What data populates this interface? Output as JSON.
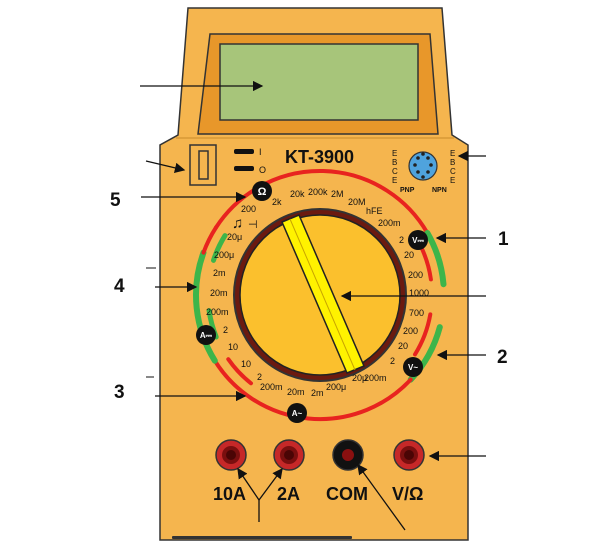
{
  "device": {
    "model": "KT-3900",
    "switch_marks": [
      "I",
      "O"
    ],
    "transistor_socket": {
      "left_pins": [
        "E",
        "B",
        "C",
        "E"
      ],
      "right_pins": [
        "E",
        "B",
        "C",
        "E"
      ],
      "left_type": "PNP",
      "right_type": "NPN"
    },
    "mode_symbols": {
      "ohm": "Ω",
      "dc_volt": "V⎓",
      "ac_volt": "V~",
      "dc_amp": "A⎓",
      "ac_amp": "A~",
      "buzzer": "♫",
      "diode": "⊣"
    },
    "dial_labels": {
      "ohm": [
        "200",
        "2k",
        "20k",
        "200k",
        "2M",
        "20M"
      ],
      "hfe": "hFE",
      "dcv": [
        "200m",
        "2",
        "20",
        "200",
        "1000"
      ],
      "acv": [
        "700",
        "200",
        "20",
        "2",
        "200m"
      ],
      "dca": [
        "20μ",
        "200μ",
        "2m",
        "20m",
        "200m",
        "2",
        "10"
      ],
      "aca": [
        "10",
        "2",
        "200m",
        "20m",
        "2m",
        "200μ",
        "20μ"
      ]
    },
    "jacks": [
      "10A",
      "2A",
      "COM",
      "V/Ω"
    ]
  },
  "callout_numbers": [
    "5",
    "1",
    "4",
    "2",
    "3"
  ],
  "colors": {
    "body": "#f5b54e",
    "body_dark": "#e8972a",
    "lcd": "#a7c57a",
    "dial": "#fbc02d",
    "pointer": "#fff200",
    "arc_red": "#e8231f",
    "arc_green": "#3db54a",
    "jack_red": "#c62828",
    "jack_black": "#111111"
  }
}
